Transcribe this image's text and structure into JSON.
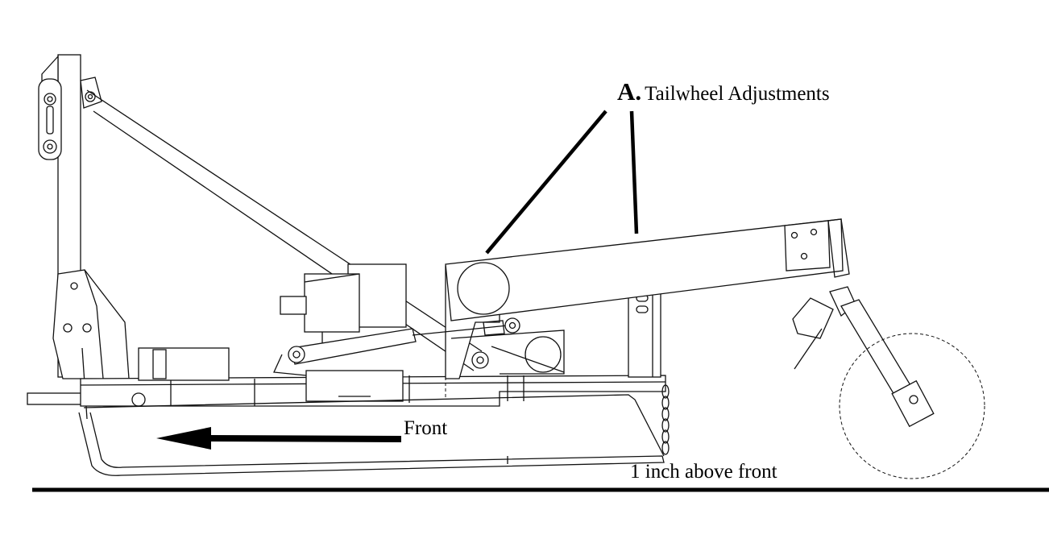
{
  "callout": {
    "letter": "A.",
    "text": "Tailwheel Adjustments"
  },
  "labels": {
    "front": "Front",
    "front_height": "1 inch above front"
  },
  "colors": {
    "ink": "#000000",
    "background": "#ffffff"
  }
}
